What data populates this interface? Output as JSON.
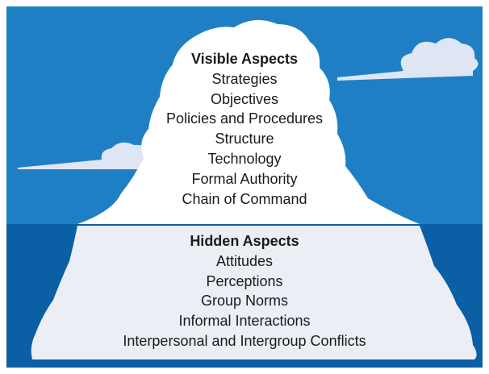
{
  "colors": {
    "sky": "#1f7fc4",
    "water": "#0b5fa5",
    "ice_top": "#ffffff",
    "ice_bottom": "#eceef6",
    "cloud": "#dfe6f3",
    "text": "#1a1a1a"
  },
  "visible": {
    "title": "Visible Aspects",
    "items": [
      "Strategies",
      "Objectives",
      "Policies and Procedures",
      "Structure",
      "Technology",
      "Formal Authority",
      "Chain of Command"
    ]
  },
  "hidden": {
    "title": "Hidden Aspects",
    "items": [
      "Attitudes",
      "Perceptions",
      "Group Norms",
      "Informal Interactions",
      "Interpersonal and Intergroup Conflicts"
    ]
  }
}
